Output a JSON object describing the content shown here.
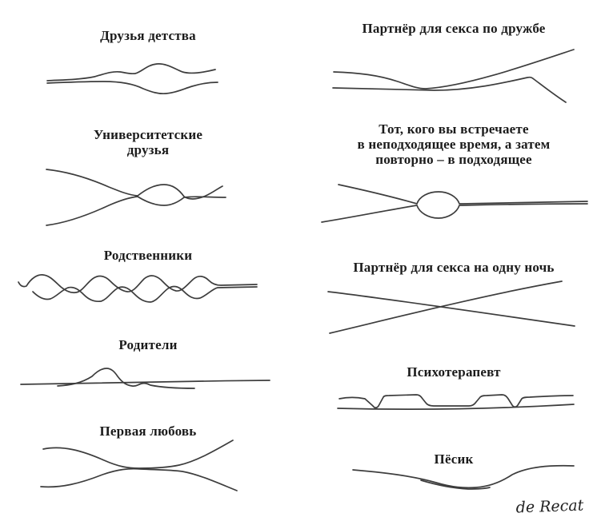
{
  "canvas": {
    "background": "#ffffff",
    "ink": "#3d3d3d",
    "text_color": "#1b1b1b"
  },
  "panels": [
    {
      "name": "childhood-friends",
      "label": "Друзья детства"
    },
    {
      "name": "friends-with-benefits",
      "label": "Партнёр для секса по дружбе"
    },
    {
      "name": "university-friends",
      "label": "Университетские\nдрузья"
    },
    {
      "name": "right-person-wrong-then-right-time",
      "label": "Тот, кого вы встречаете\nв неподходящее время, а затем\nповторно – в подходящее"
    },
    {
      "name": "relatives",
      "label": "Родственники"
    },
    {
      "name": "one-night-stand",
      "label": "Партнёр для секса на одну ночь"
    },
    {
      "name": "parents",
      "label": "Родители"
    },
    {
      "name": "psychotherapist",
      "label": "Психотерапевт"
    },
    {
      "name": "first-love",
      "label": "Первая любовь"
    },
    {
      "name": "doggy",
      "label": "Пёсик"
    }
  ],
  "signature": {
    "text": "de Recat"
  }
}
